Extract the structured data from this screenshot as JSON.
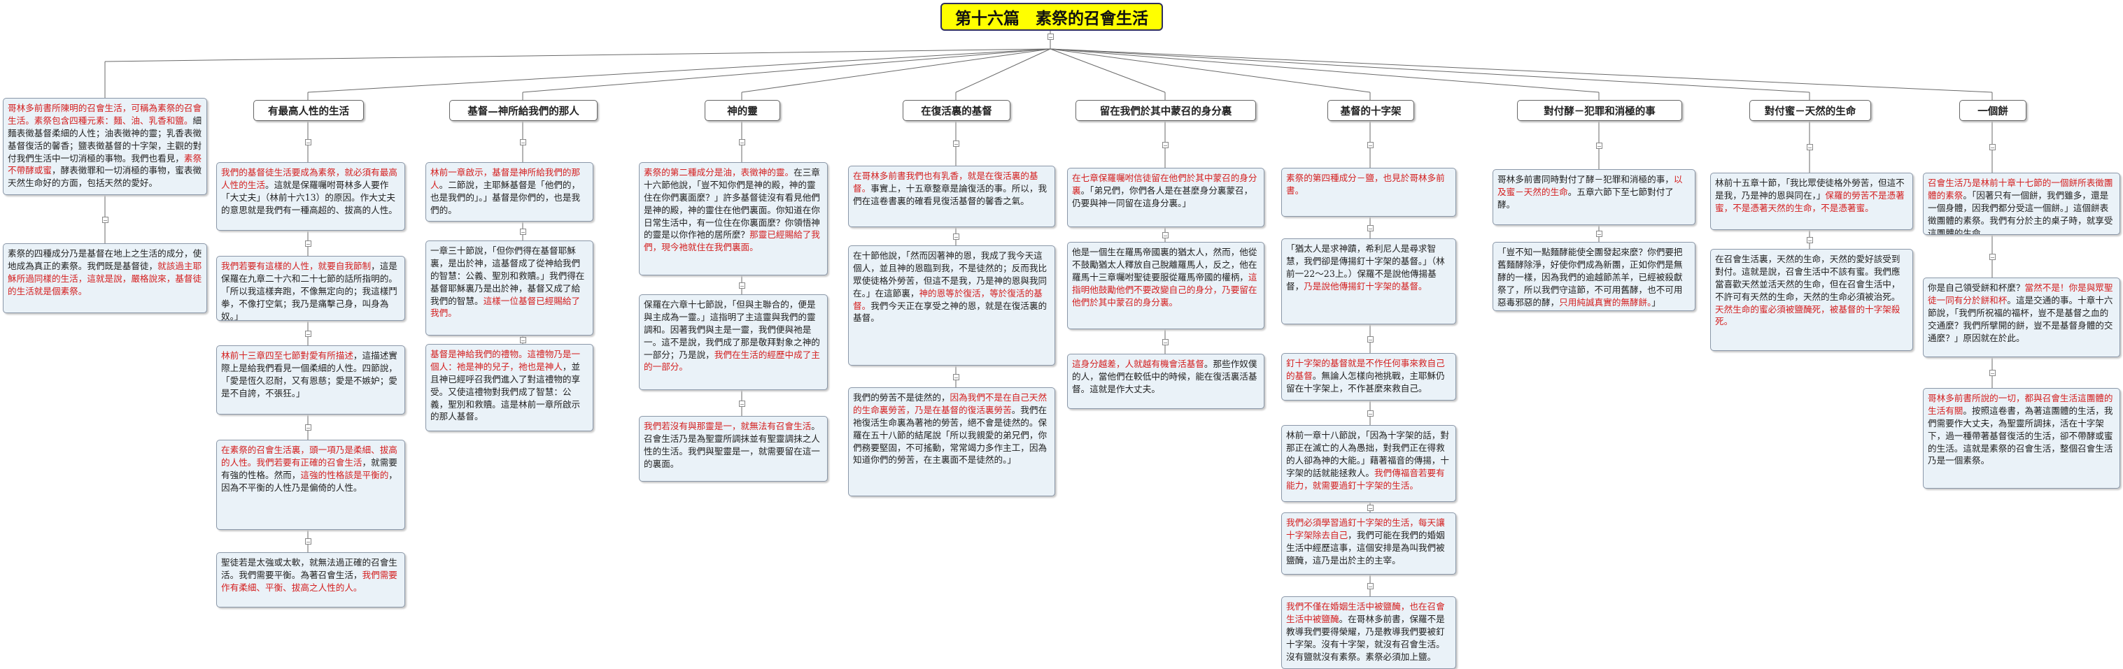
{
  "title": "第十六篇　素祭的召會生活",
  "branches": [
    {
      "id": "b0",
      "heading": "",
      "boxes": [
        [
          [
            "r",
            "哥林多前書所陳明的召會生活，可稱為素祭的召會生活。素祭包含四種元素：麵、油、乳香和鹽。"
          ],
          [
            "k",
            "細麵表徵基督柔細的人性；油表徵神的靈；乳香表徵基督復活的馨香；鹽表徵基督的十字架，主觀的對付我們生活中一切消極的事物。我們也看見，"
          ],
          [
            "r",
            "素祭不帶酵或蜜"
          ],
          [
            "k",
            "，酵表徵罪和一切消極的事物，蜜表徵天然生命好的方面，包括天然的愛好。"
          ]
        ],
        [
          [
            "k",
            "素祭的四種成分乃是基督在地上之生活的成分，使地成為真正的素祭。我們既是基督徒，"
          ],
          [
            "r",
            "就該過主耶穌所過同樣的生活，這就是說，嚴格說來，基督徒的生活就是個素祭。"
          ]
        ]
      ]
    },
    {
      "id": "b1",
      "heading": "有最高人性的生活",
      "boxes": [
        [
          [
            "r",
            "我們的基督徒生活要成為素祭，就必須有最高人性的生活"
          ],
          [
            "k",
            "。這就是保羅囑咐哥林多人要作「大丈夫」（林前十六13）的原因。作大丈夫的意思就是我們有一種高超的、拔高的人性。"
          ]
        ],
        [
          [
            "r",
            "我們若要有這樣的人性，就要自我節制"
          ],
          [
            "k",
            "，這是保羅在九章二十六和二十七節的話所指明的。「所以我這樣奔跑，不像無定向的；我這樣鬥拳，不像打空氣；我乃是痛擊己身，叫身為奴。」"
          ]
        ],
        [
          [
            "r",
            "林前十三章四至七節對愛有所描述"
          ],
          [
            "k",
            "，這描述實際上是給我們看見一個柔細的人性。四節說，「愛是恆久忍耐，又有恩慈；愛是不嫉妒；愛是不自誇，不張狂。」"
          ]
        ],
        [
          [
            "r",
            "在素祭的召會生活裏，頭一項乃是柔細、拔高的人性。我們若要有正確的召會生活"
          ],
          [
            "k",
            "，就需要有強的性格。然而，"
          ],
          [
            "r",
            "這強的性格該是平衡的"
          ],
          [
            "k",
            "，因為不平衡的人性乃是偏倚的人性。"
          ]
        ],
        [
          [
            "k",
            "聖徒若是太強或太軟，就無法過正確的召會生活。我們需要平衡。為著召會生活，"
          ],
          [
            "r",
            "我們需要作有柔細、平衡、拔高之人性的人。"
          ]
        ]
      ]
    },
    {
      "id": "b2",
      "heading": "基督—神所給我們的那人",
      "boxes": [
        [
          [
            "r",
            "林前一章啟示，基督是神所給我們的那人"
          ],
          [
            "k",
            "。二節說，主耶穌基督是「他們的，也是我們的」。」基督是你們的，也是我們的。"
          ]
        ],
        [
          [
            "k",
            "一章三十節說，「但你們得在基督耶穌裏，是出於神，這基督成了從神給我們的智慧：公義、聖別和救贖。」我們得在基督耶穌裏乃是出於神，基督又成了給我們的智慧。"
          ],
          [
            "r",
            "這樣一位基督已經賜給了我們。"
          ]
        ],
        [
          [
            "r",
            "基督是神給我們的禮物。這禮物乃是一個人：祂是神的兒子，祂也是神人"
          ],
          [
            "k",
            "，並且神已經呼召我們進入了對這禮物的享受。又使這禮物對我們成了智慧：公義，聖別和救贖。這是林前一章所啟示的那人基督。"
          ]
        ]
      ]
    },
    {
      "id": "b3",
      "heading": "神的靈",
      "boxes": [
        [
          [
            "r",
            "素祭的第二種成分是油，表徵神的靈。"
          ],
          [
            "k",
            "在三章十六節他說，「豈不知你們是神的殿，神的靈住在你們裏面麼？」許多基督徒沒有看見他們是神的殿，神的靈住在他們裏面。你知道在你日常生活中，有一位住在你裏面麼？你領悟神的靈是以你作祂的居所麼？"
          ],
          [
            "r",
            "那靈已經賜給了我們，現今祂就住在我們裏面。"
          ]
        ],
        [
          [
            "k",
            "保羅在六章十七節說，「但與主聯合的，便是與主成為一靈。」這指明了主這靈與我們的靈調和。因著我們與主是一靈，我們便與祂是一。這不是說，我們成了那是敬拜對象之神的一部分；乃是說，"
          ],
          [
            "r",
            "我們在生活的經歷中成了主的一部分。"
          ]
        ],
        [
          [
            "r",
            "我們若沒有與那靈是一，就無法有召會生活"
          ],
          [
            "k",
            "。召會生活乃是為聖靈所調抹並有聖靈調抹之人性的生活。我們與聖靈是一，就需要留在這一的裏面。"
          ]
        ]
      ]
    },
    {
      "id": "b4",
      "heading": "在復活裏的基督",
      "boxes": [
        [
          [
            "r",
            "在哥林多前書我們也有乳香，就是在復活裏的基督。"
          ],
          [
            "k",
            "事實上，十五章整章是論復活的事。所以，我們在這卷書裏的確看見復活基督的馨香之氣。"
          ]
        ],
        [
          [
            "k",
            "在十節他說，「然而因著神的恩，我成了我今天這個人，並且神的恩臨到我，不是徒然的；反而我比眾使徒格外勞苦，但這不是我，乃是神的恩與我同在。」在這節裏，"
          ],
          [
            "r",
            "神的恩等於復活，等於復活的基督。"
          ],
          [
            "k",
            "我們今天正在享受之神的恩，就是在復活裏的基督。"
          ]
        ],
        [
          [
            "k",
            "我們的勞苦不是徒然的，"
          ],
          [
            "r",
            "因為我們不是在自己天然的生命裏勞苦，乃是在基督的復活裏勞苦"
          ],
          [
            "k",
            "。我們在祂復活生命裏為著祂的勞苦，絕不會是徒然的。保羅在五十八節的結尾說「所以我親愛的弟兄們，你們務要堅固，不可搖動，常常竭力多作主工，因為知道你們的勞苦，在主裏面不是徒然的。」"
          ]
        ]
      ]
    },
    {
      "id": "b5",
      "heading": "留在我們於其中蒙召的身分裏",
      "boxes": [
        [
          [
            "r",
            "在七章保羅囑咐信徒留在他們於其中蒙召的身分裏"
          ],
          [
            "k",
            "。「弟兄們，你們各人是在甚麼身分裏蒙召，仍要與神一同留在這身分裏。」"
          ]
        ],
        [
          [
            "k",
            "他是一個生在羅馬帝國裏的猶太人，然而，他從不鼓勵猶太人釋放自己脫離羅馬人，反之，他在羅馬十三章囑咐聖徒要服從羅馬帝國的權柄，"
          ],
          [
            "r",
            "這指明他鼓勵他們不要改變自己的身分，乃要留在他們於其中蒙召的身分裏。"
          ]
        ],
        [
          [
            "r",
            "這身分越差，人就越有機會活基督"
          ],
          [
            "k",
            "。那些作奴僕的人，當他們在較低中的時候，能在復活裏活基督。這就是作大丈夫。"
          ]
        ]
      ]
    },
    {
      "id": "b6",
      "heading": "基督的十字架",
      "boxes": [
        [
          [
            "r",
            "素祭的第四種成分－鹽，也見於哥林多前書。"
          ]
        ],
        [
          [
            "k",
            "「猶太人是求神蹟，希利尼人是尋求智慧，我們卻是傳揚釘十字架的基督。」（林前一22～23上。）保羅不是說他傳揚基督，"
          ],
          [
            "r",
            "乃是說他傳揚釘十字架的基督。"
          ]
        ],
        [
          [
            "r",
            "釘十字架的基督就是不作任何事來救自己的基督"
          ],
          [
            "k",
            "。無論人怎樣向祂挑戰，主耶穌仍留在十字架上，不作甚麼來救自己。"
          ]
        ],
        [
          [
            "k",
            "林前一章十八節說，「因為十字架的話，對那正在滅亡的人為愚拙，對我們正在得救的人卻為神的大能。」藉著福音的傳揚，十字架的話就能拯救人。"
          ],
          [
            "r",
            "我們傳福音若要有能力，就需要過釘十字架的生活。"
          ]
        ],
        [
          [
            "r",
            "我們必須學習過釘十字架的生活，每天讓十字架除去自己"
          ],
          [
            "k",
            "，我們可能在我們的婚姻生活中經歷這事，這個安排是為叫我們被鹽醃，這乃是出於主的主宰。"
          ]
        ],
        [
          [
            "r",
            "我們不僅在婚姻生活中被鹽醃，也在召會生活中被鹽醃"
          ],
          [
            "k",
            "。在哥林多前書，保羅不是教導我們要得榮耀，乃是教導我們要被釘十字架。沒有十字架，就沒有召會生活。沒有鹽就沒有素祭。素祭必須加上鹽。"
          ]
        ]
      ]
    },
    {
      "id": "b7",
      "heading": "對付酵－犯罪和消極的事",
      "boxes": [
        [
          [
            "k",
            "哥林多前書同時對付了酵－犯罪和消極的事，"
          ],
          [
            "r",
            "以及蜜－天然的生命"
          ],
          [
            "k",
            "。五章六節下至七節對付了酵。"
          ]
        ],
        [
          [
            "k",
            "「豈不知一點麵酵能使全團發起來麼？你們要把舊麵酵除淨，好使你們成為新團，正如你們是無酵的一樣，因為我們的逾越節羔羊，已經被殺獻祭了，所以我們守這節，不可用舊酵，也不可用惡毒邪惡的酵，"
          ],
          [
            "r",
            "只用純誠真實的無酵餅。"
          ],
          [
            "k",
            "」"
          ]
        ]
      ]
    },
    {
      "id": "b8",
      "heading": "對付蜜－天然的生命",
      "boxes": [
        [
          [
            "k",
            "林前十五章十節，「我比眾使徒格外勞苦，但這不是我，乃是神的恩與同在，」"
          ],
          [
            "r",
            "保羅的勞苦不是憑著蜜，不是憑著天然的生命，不是憑著蜜。"
          ]
        ],
        [
          [
            "k",
            "在召會生活裏，天然的生命，天然的愛好該受到對付。這就是說，召會生活中不該有蜜。我們應當喜歡天然並活天然的生命，但在召會生活中，不許可有天然的生命，天然的生命必須被治死。"
          ],
          [
            "r",
            "天然生命的蜜必須被鹽醃死，被基督的十字架殺死。"
          ]
        ]
      ]
    },
    {
      "id": "b9",
      "heading": "一個餅",
      "boxes": [
        [
          [
            "r",
            "召會生活乃是林前十章十七節的一個餅所表徵團體的素祭"
          ],
          [
            "k",
            "。「因著只有一個餅，我們雖多，還是一個身體，因我們都分受這一個餅。」這個餅表徵團體的素祭。我們有分於主的桌子時，就享受這團體的生命。"
          ]
        ],
        [
          [
            "k",
            "你是自己領受餅和杯麼？"
          ],
          [
            "r",
            "當然不是！你是與眾聖徒一同有分於餅和杯"
          ],
          [
            "k",
            "。這是交通的事。十章十六節說，「我們所祝福的福杯，豈不是基督之血的交通麼？我們所擘開的餅，豈不是基督身體的交通麼？」原因就在於此。"
          ]
        ],
        [
          [
            "r",
            "哥林多前書所說的一切，都與召會生活這團體的生活有關"
          ],
          [
            "k",
            "。按照這卷書，為著這團體的生活，我們需要作大丈夫，為聖靈所調抹，活在十字架下，過一種帶著基督復活的生活，卻不帶酵或蜜的生活。這就是素祭的召會生活，整個召會生活乃是一個素祭。"
          ]
        ]
      ]
    }
  ]
}
